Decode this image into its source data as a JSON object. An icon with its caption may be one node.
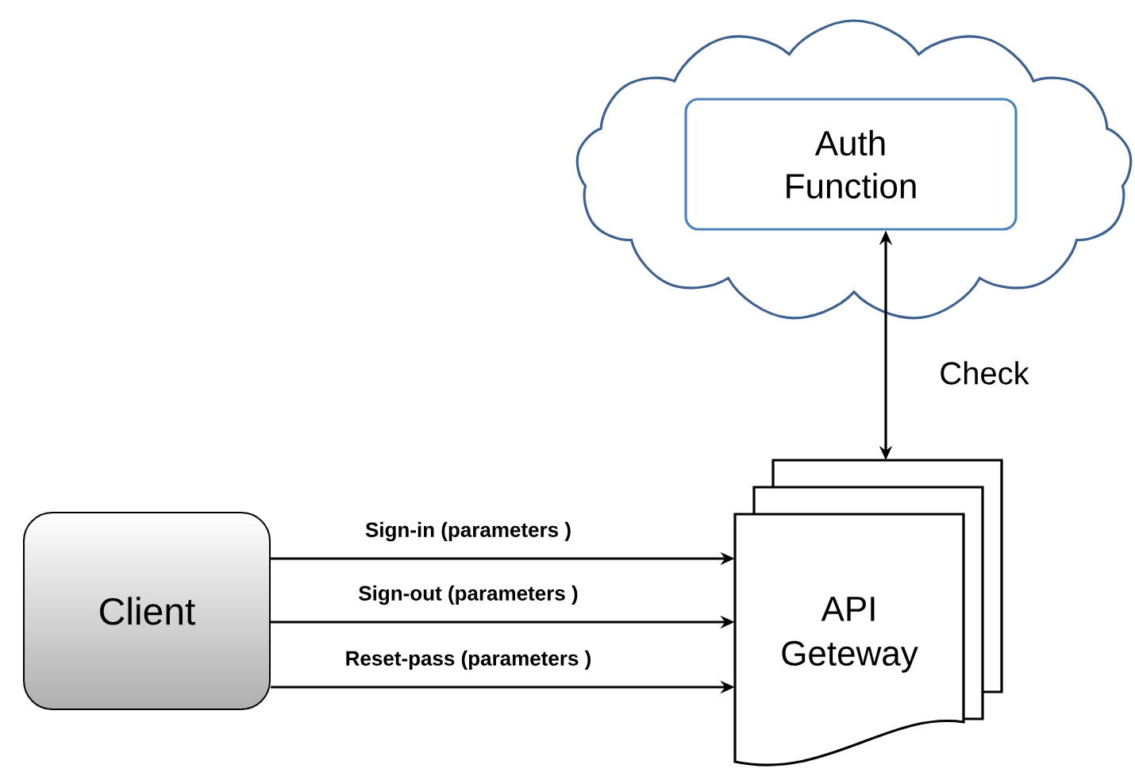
{
  "diagram": {
    "nodes": [
      {
        "text": [],
        "shape": "cloud"
      },
      {
        "text": [
          "Auth Function"
        ],
        "in": 0
      },
      {
        "text": [
          "Client"
        ]
      },
      {
        "text": [
          "API Geteway"
        ]
      }
    ],
    "edges": [
      {
        "from": 1,
        "to": 3,
        "arrow": "both",
        "label": "Check"
      },
      {
        "from": 2,
        "to": 3,
        "arrow": "to",
        "label": "Sign-in (parameters )"
      },
      {
        "from": 2,
        "to": 3,
        "arrow": "to",
        "label": "Sign-out (parameters )"
      },
      {
        "from": 2,
        "to": 3,
        "arrow": "to",
        "label": "Reset-pass (parameters )"
      }
    ]
  }
}
